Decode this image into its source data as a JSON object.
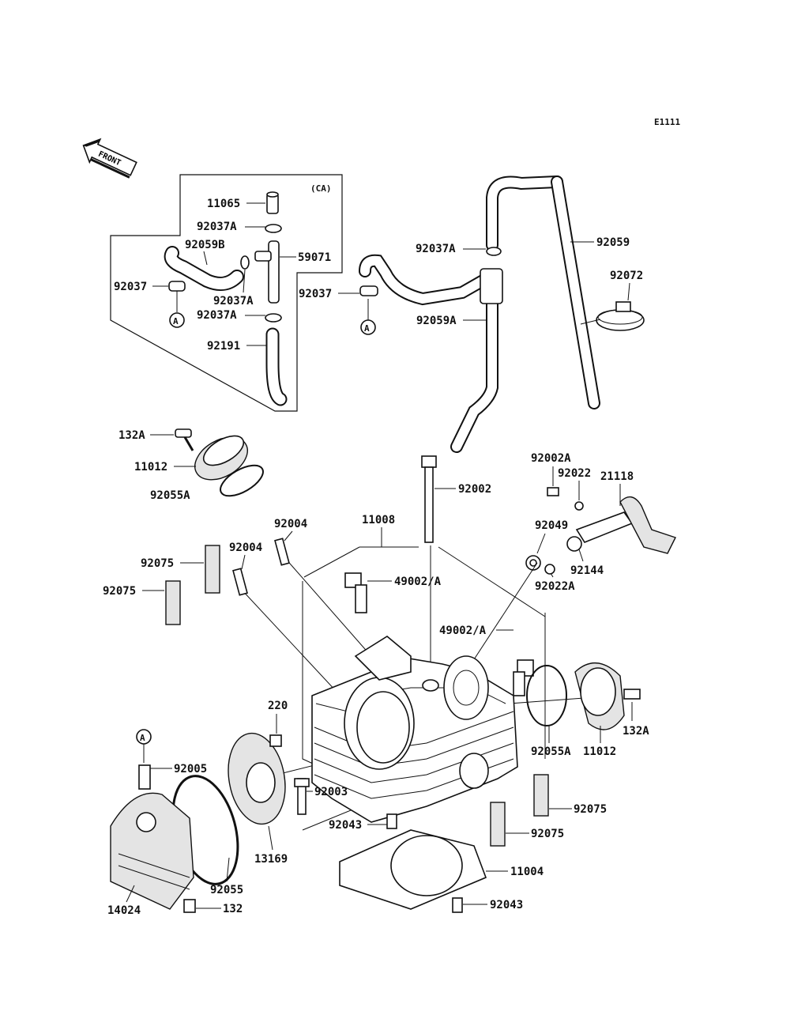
{
  "diagram_code": "E1111",
  "front_label": "FRONT",
  "region_label": "(CA)",
  "callout_A": "A",
  "parts": {
    "p11065": "11065",
    "p92037A_1": "92037A",
    "p92059B": "92059B",
    "p59071": "59071",
    "p92037_1": "92037",
    "p92037A_2": "92037A",
    "p92037A_3": "92037A",
    "p92191": "92191",
    "p92037A_4": "92037A",
    "p92037_2": "92037",
    "p92059": "92059",
    "p92072": "92072",
    "p92059A": "92059A",
    "p132A_1": "132A",
    "p11012_1": "11012",
    "p92055A_1": "92055A",
    "p92002": "92002",
    "p92002A": "92002A",
    "p92022": "92022",
    "p21118": "21118",
    "p92004_1": "92004",
    "p11008": "11008",
    "p92049": "92049",
    "p92144": "92144",
    "p92022A": "92022A",
    "p92075_1": "92075",
    "p92004_2": "92004",
    "p92075_2": "92075",
    "p49002A_1": "49002/A",
    "p49002A_2": "49002/A",
    "p220": "220",
    "p132A_2": "132A",
    "p92055A_2": "92055A",
    "p11012_2": "11012",
    "p92005": "92005",
    "p92003": "92003",
    "p92075_3": "92075",
    "p92043_1": "92043",
    "p92075_4": "92075",
    "p13169": "13169",
    "p11004": "11004",
    "p92055": "92055",
    "p14024": "14024",
    "p132": "132",
    "p92043_2": "92043"
  }
}
